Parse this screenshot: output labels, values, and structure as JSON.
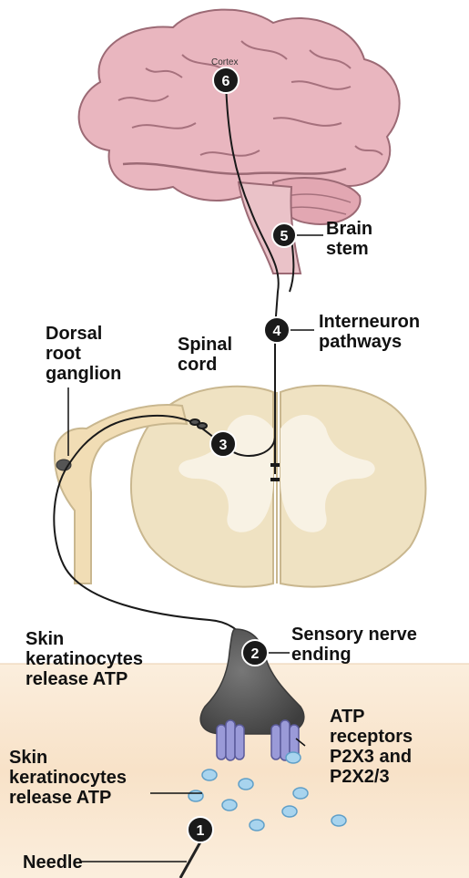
{
  "labels": {
    "cortex": "Cortex",
    "brain_stem_1": "Brain",
    "brain_stem_2": "stem",
    "interneuron_1": "Interneuron",
    "interneuron_2": "pathways",
    "spinal_1": "Spinal",
    "spinal_2": "cord",
    "drg_1": "Dorsal",
    "drg_2": "root",
    "drg_3": "ganglion",
    "skin_upper_1": "Skin",
    "skin_upper_2": "keratinocytes",
    "skin_upper_3": "release ATP",
    "sensory_1": "Sensory nerve",
    "sensory_2": "ending",
    "atp_1": "ATP",
    "atp_2": "receptors",
    "atp_3": "P2X3 and",
    "atp_4": "P2X2/3",
    "skin_lower_1": "Skin",
    "skin_lower_2": "keratinocytes",
    "skin_lower_3": "release ATP",
    "needle": "Needle"
  },
  "steps": [
    "1",
    "2",
    "3",
    "4",
    "5",
    "6"
  ],
  "colors": {
    "brain": "#e8b4be",
    "brain_fold": "#b07c88",
    "spinal": "#efe2c2",
    "spinal_inner": "#f8f2e4",
    "skin": "#f9e6cf",
    "nerve_ending": "#565656",
    "receptor": "#9a9ad8",
    "atp": "#a8d4ee",
    "badge": "#1a1a1a"
  }
}
